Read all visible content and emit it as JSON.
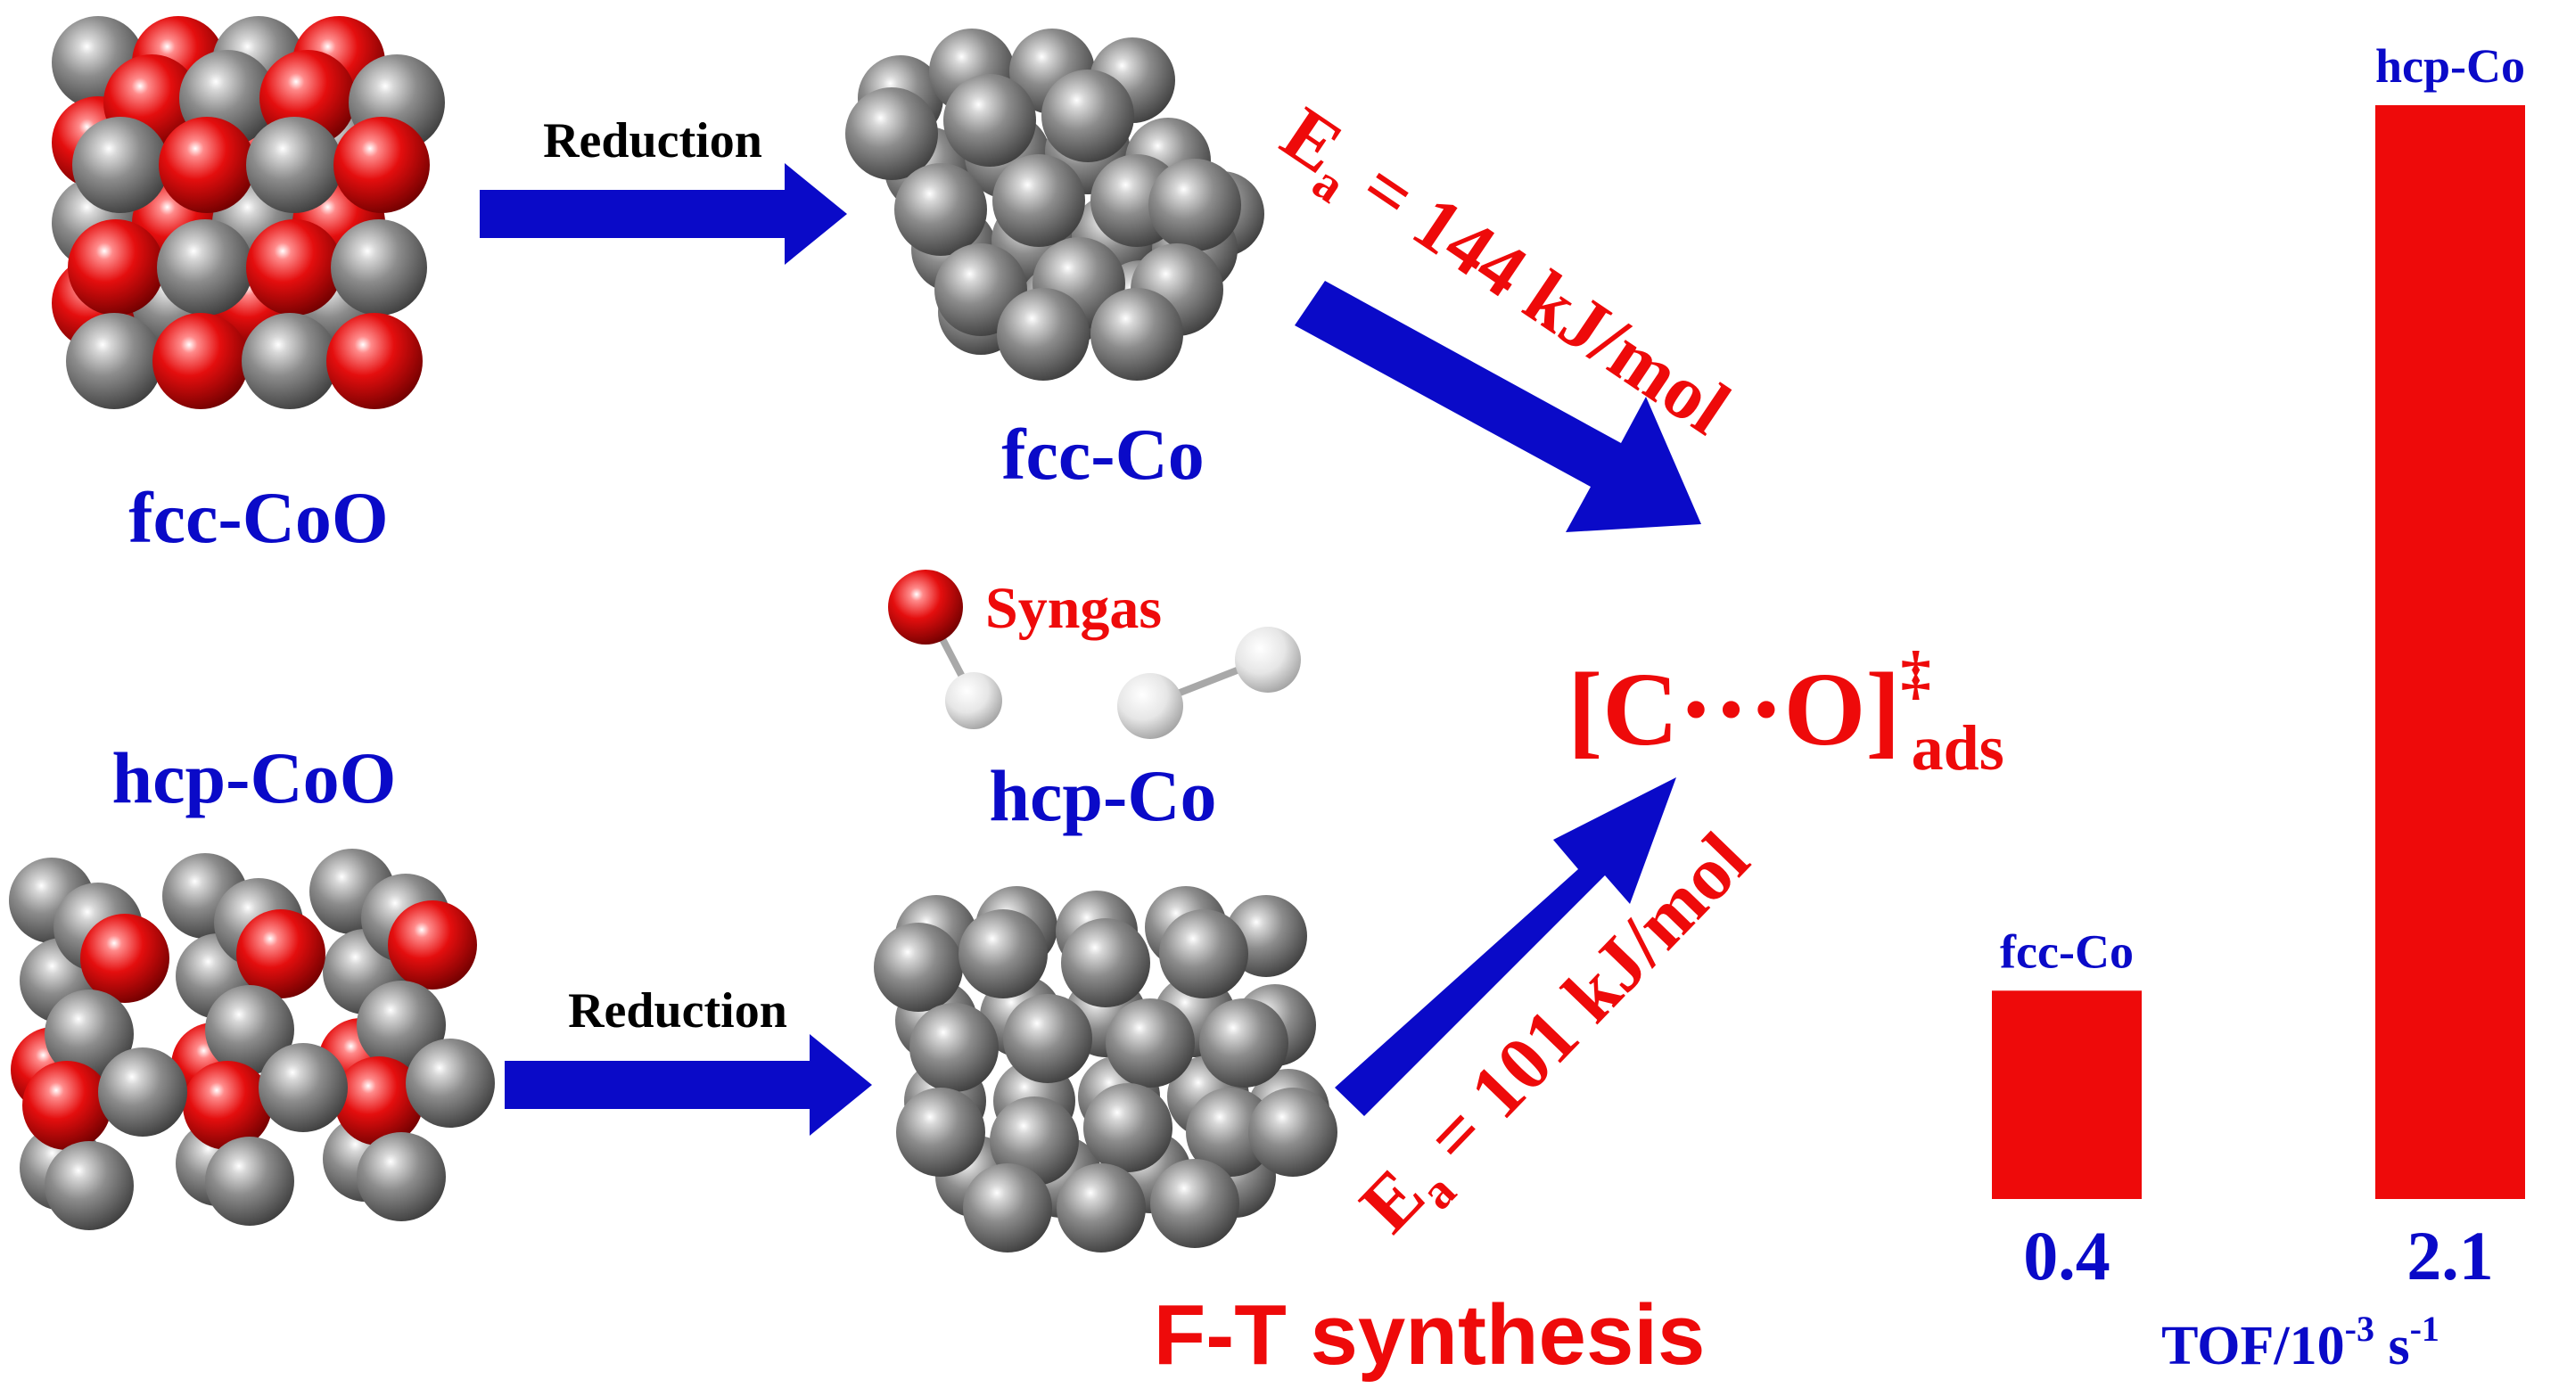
{
  "colors": {
    "blue": "#0a0ac8",
    "red": "#ee0a0a",
    "atom_gray": "#7a7a7a",
    "atom_red": "#e00c0c",
    "atom_white": "#e2e2e2"
  },
  "labels": {
    "fcc_coo": "fcc-CoO",
    "hcp_coo": "hcp-CoO",
    "fcc_co": "fcc-Co",
    "hcp_co": "hcp-Co",
    "reduction_top": "Reduction",
    "reduction_bottom": "Reduction",
    "syngas": "Syngas",
    "ft_synthesis": "F-T synthesis"
  },
  "activation": {
    "top": {
      "symbol": "E",
      "subscript": "a",
      "text": " = 144 kJ/mol"
    },
    "bottom": {
      "symbol": "E",
      "subscript": "a",
      "text": " = 101 kJ/mol"
    }
  },
  "transition_state": {
    "main": "[C···O]",
    "superscript": "‡",
    "subscript": "ads"
  },
  "chart_data": {
    "type": "bar",
    "categories": [
      "fcc-Co",
      "hcp-Co"
    ],
    "values": [
      0.4,
      2.1
    ],
    "value_labels": [
      "0.4",
      "2.1"
    ],
    "ylim": [
      0,
      2.1
    ],
    "xlabel_prefix": "TOF/10",
    "xlabel_exp": "-3",
    "xlabel_unit": " s",
    "xlabel_unit_exp": "-1",
    "bar_color": "#ee0a0a"
  },
  "icons": {
    "fcc_coo_cluster": "fcc-coo-sphere-cluster-icon",
    "hcp_coo_cluster": "hcp-coo-sphere-cluster-icon",
    "fcc_co_cluster": "fcc-co-sphere-cluster-icon",
    "hcp_co_cluster": "hcp-co-sphere-cluster-icon",
    "co_molecule": "co-molecule-icon",
    "h2_molecule": "h2-molecule-icon"
  }
}
